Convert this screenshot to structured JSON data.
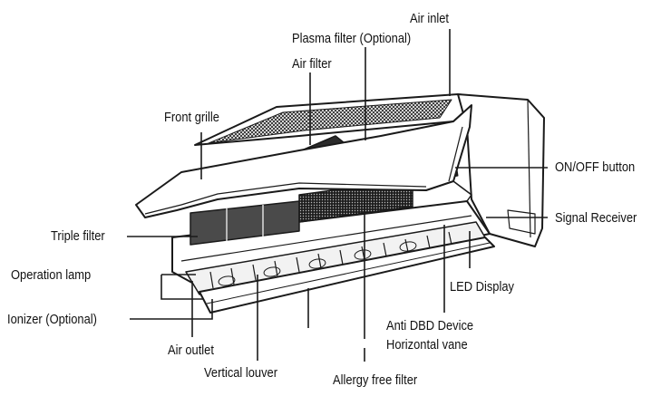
{
  "labels": {
    "air_inlet": "Air inlet",
    "plasma_filter": "Plasma filter (Optional)",
    "air_filter": "Air filter",
    "front_grille": "Front grille",
    "on_off_button": "ON/OFF button",
    "signal_receiver": "Signal Receiver",
    "triple_filter": "Triple filter",
    "operation_lamp": "Operation lamp",
    "led_display": "LED Display",
    "ionizer": "Ionizer (Optional)",
    "anti_dbd_device": "Anti DBD Device",
    "horizontal_vane": "Horizontal vane",
    "air_outlet": "Air outlet",
    "vertical_louver": "Vertical louver",
    "allergy_free_filter": "Allergy free filter"
  },
  "colors": {
    "stroke": "#1a1a1a",
    "text": "#111111",
    "filter_fill": "#3a3a3a",
    "panel_fill": "#ffffff"
  }
}
